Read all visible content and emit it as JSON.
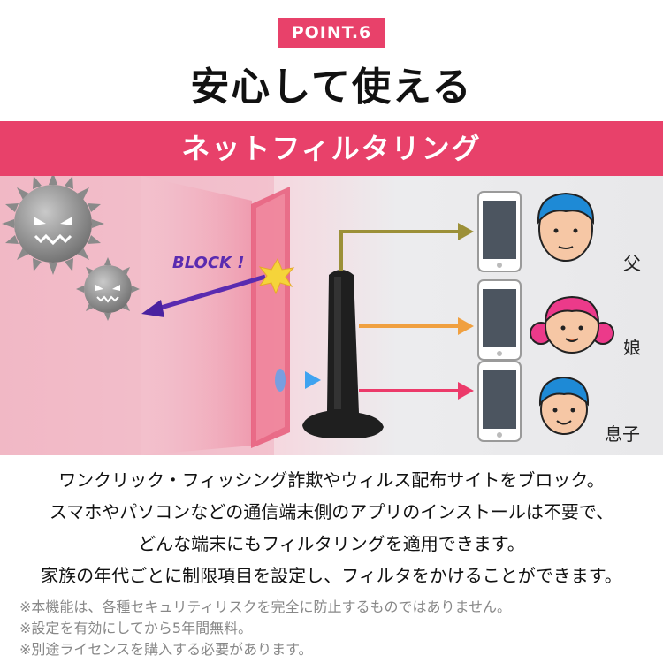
{
  "badge": {
    "label": "POINT.6"
  },
  "headline": "安心して使える",
  "band": {
    "title": "ネットフィルタリング"
  },
  "illustration": {
    "block_label": "BLOCK !",
    "people": [
      {
        "label": "父",
        "icon": "father-face-icon"
      },
      {
        "label": "娘",
        "icon": "daughter-face-icon"
      },
      {
        "label": "息子",
        "icon": "son-face-icon"
      }
    ],
    "colors": {
      "pink": "#e8416a",
      "arrow_blue": "#3b73e8",
      "arrow_purple": "#5a2bb0",
      "line_olive": "#9c9038",
      "line_orange": "#f0a040",
      "line_pink": "#ec3a6a"
    }
  },
  "description": {
    "lines": [
      "ワンクリック・フィッシング詐欺やウィルス配布サイトをブロック。",
      "スマホやパソコンなどの通信端末側のアプリのインストールは不要で、",
      "どんな端末にもフィルタリングを適用できます。",
      "家族の年代ごとに制限項目を設定し、フィルタをかけることができます。"
    ],
    "notes": [
      "※本機能は、各種セキュリティリスクを完全に防止するものではありません。",
      "※設定を有効にしてから5年間無料。",
      "※別途ライセンスを購入する必要があります。"
    ]
  }
}
